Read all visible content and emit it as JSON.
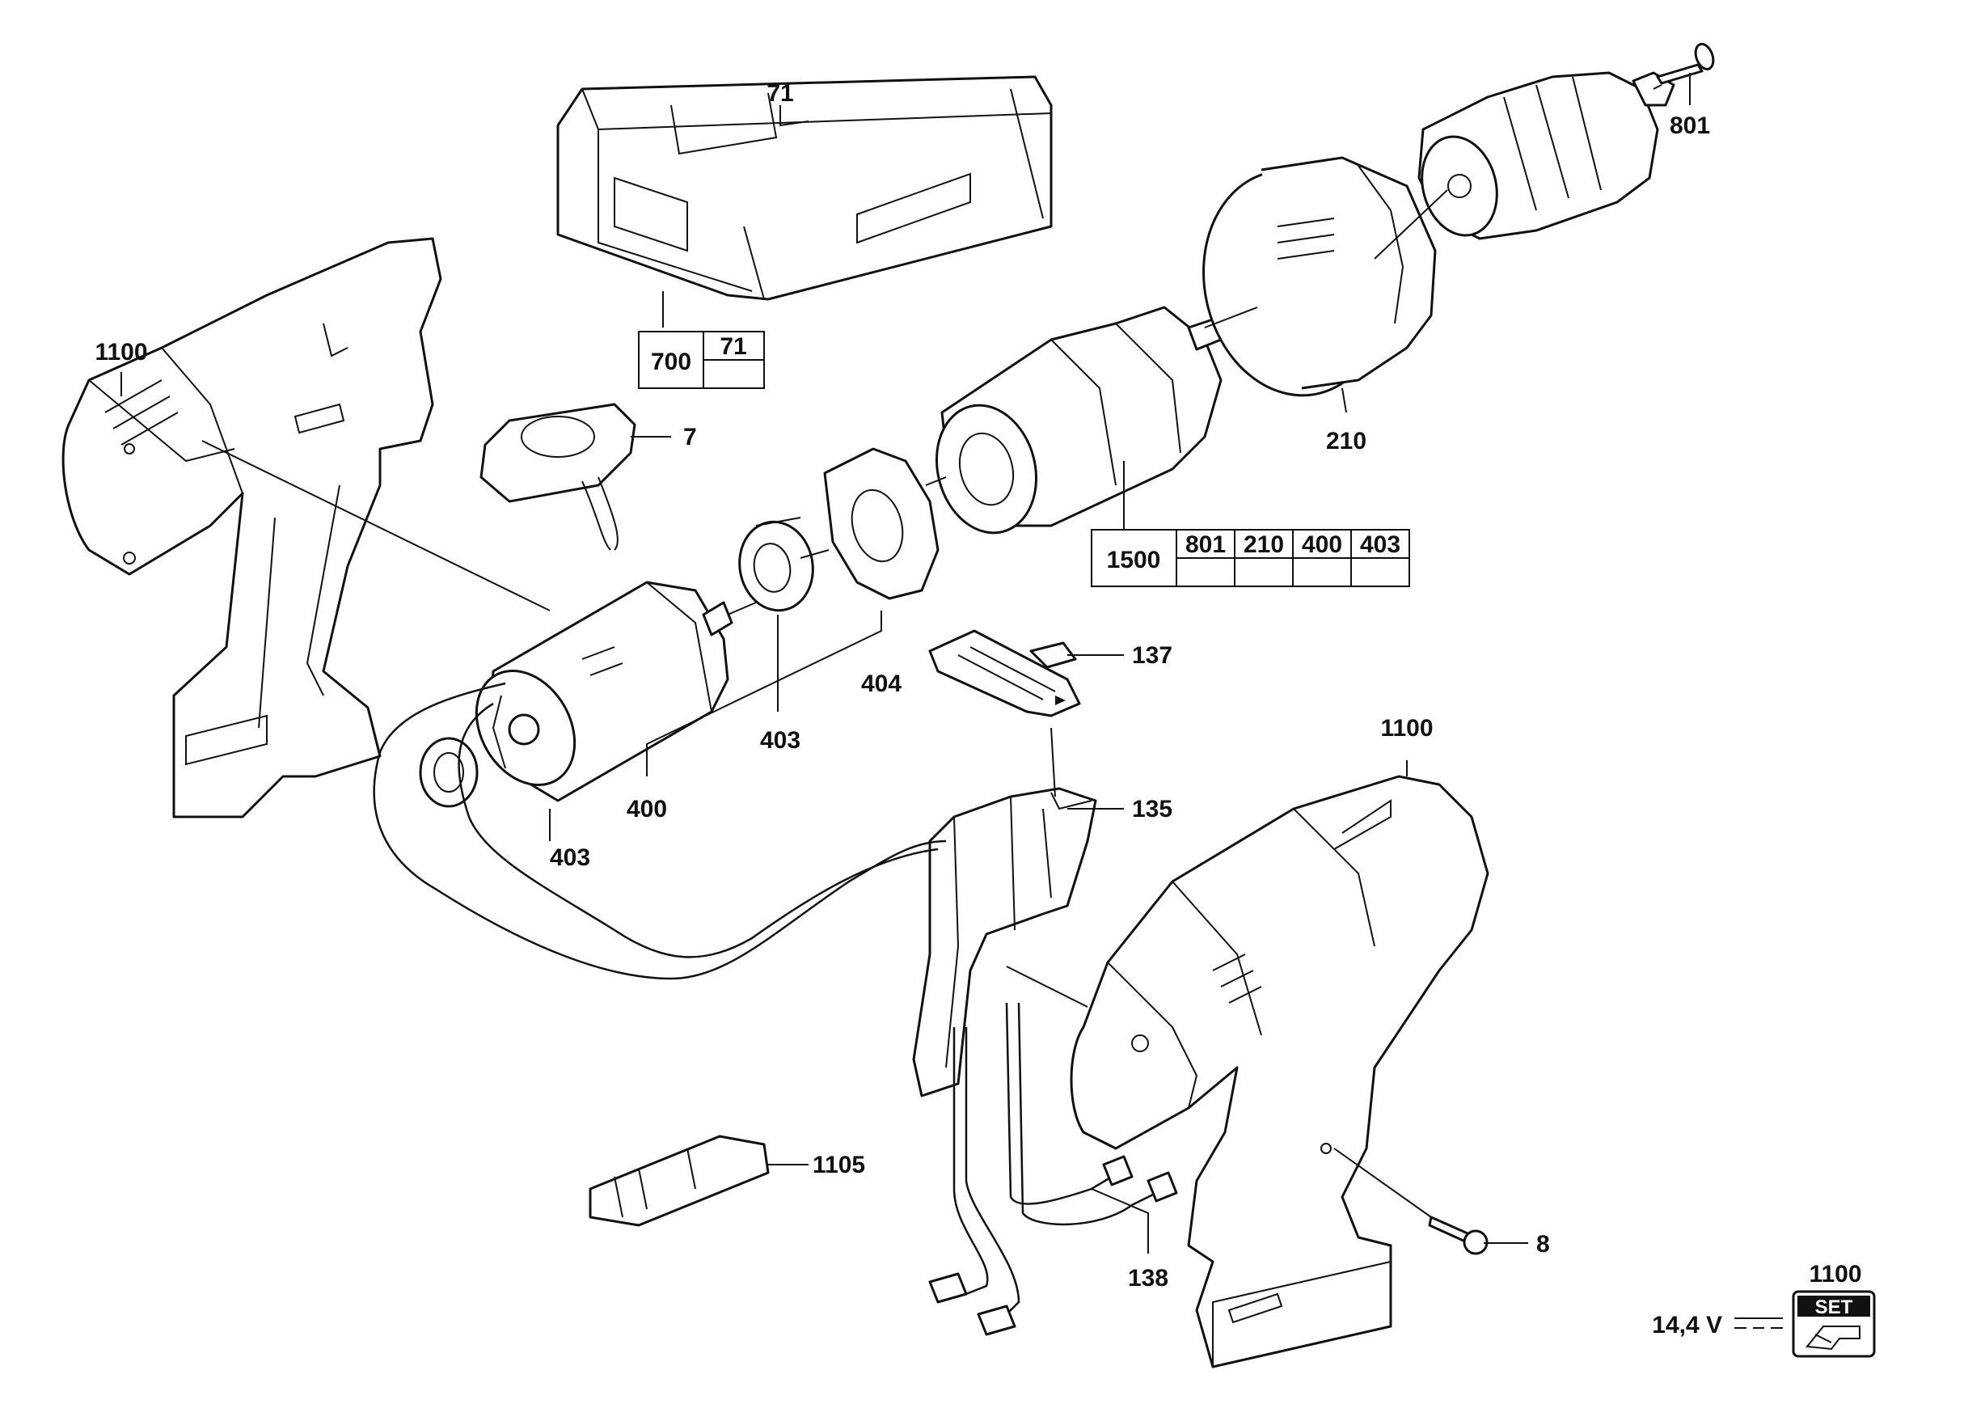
{
  "callouts": {
    "c71_top": "71",
    "c801": "801",
    "c1100_left": "1100",
    "c7": "7",
    "c210": "210",
    "c137": "137",
    "c404": "404",
    "c403_mid": "403",
    "c1100_right": "1100",
    "c400": "400",
    "c135": "135",
    "c403_low": "403",
    "c1105": "1105",
    "c8": "8",
    "c138": "138",
    "c1100_set": "1100"
  },
  "table_700": {
    "main": "700",
    "sub": "71"
  },
  "table_1500": {
    "main": "1500",
    "subs": [
      "801",
      "210",
      "400",
      "403"
    ]
  },
  "voltage": "14,4 V",
  "set_badge": "SET"
}
